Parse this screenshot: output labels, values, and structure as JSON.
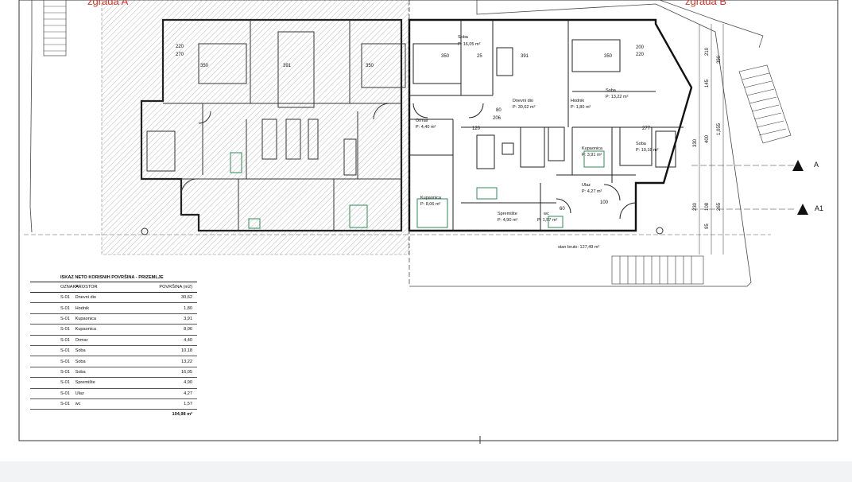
{
  "building_labels": {
    "a": "zgrada A",
    "b": "zgrada B"
  },
  "section_markers": [
    {
      "label": "A"
    },
    {
      "label": "A1"
    }
  ],
  "rooms": {
    "soba_1": {
      "name": "Soba",
      "area": "P: 16,05 m²"
    },
    "dnevni": {
      "name": "Dnevni dio",
      "area": "P: 30,62 m²"
    },
    "hodnik": {
      "name": "Hodnik",
      "area": "P: 1,80 m²"
    },
    "soba_2": {
      "name": "Soba",
      "area": "P: 13,22 m²"
    },
    "omar": {
      "name": "Ormar",
      "area": "P: 4,40 m²"
    },
    "kupaonica_1": {
      "name": "Kupaonica",
      "area": "P: 3,91 m²"
    },
    "soba_3": {
      "name": "Soba",
      "area": "P: 10,18 m²"
    },
    "ulaz": {
      "name": "Ulaz",
      "area": "P: 4,27 m²"
    },
    "kupaonica_2": {
      "name": "Kupaonica",
      "area": "P: 8,06 m²"
    },
    "spremiste": {
      "name": "Spremište",
      "area": "P: 4,90 m²"
    },
    "wc": {
      "name": "wc",
      "area": "P: 1,57 m²"
    },
    "brutto": "stan bruto: 127,49 m²"
  },
  "dimensions": {
    "d220a": "220",
    "d270": "270",
    "d350a": "350",
    "d391a": "391",
    "d350b": "350",
    "d350c": "350",
    "d391b": "391",
    "d350d": "350",
    "d220b": "220",
    "d200": "200",
    "d80": "80",
    "d206": "206",
    "d120": "120",
    "d277": "277",
    "d100": "100",
    "d60": "60",
    "d25": "25",
    "d210": "210",
    "d390": "390",
    "d145": "145",
    "d1055": "1,055",
    "d330": "330",
    "d400": "400",
    "d265": "265",
    "d230": "230",
    "d108": "108",
    "d95": "95"
  },
  "table": {
    "title": "ISKAZ NETO KORISNIH POVRŠINA - PRIZEMLJE",
    "headers": {
      "oznaka": "OZNAKA",
      "prostor": "PROSTOR",
      "povrsina": "POVRŠINA (m2)"
    },
    "rows": [
      {
        "oznaka": "S-01",
        "prostor": "Dnevni dio",
        "povrsina": "30,62"
      },
      {
        "oznaka": "S-01",
        "prostor": "Hodnik",
        "povrsina": "1,80"
      },
      {
        "oznaka": "S-01",
        "prostor": "Kupaonica",
        "povrsina": "3,91"
      },
      {
        "oznaka": "S-01",
        "prostor": "Kupaonica",
        "povrsina": "8,06"
      },
      {
        "oznaka": "S-01",
        "prostor": "Ormar",
        "povrsina": "4,40"
      },
      {
        "oznaka": "S-01",
        "prostor": "Soba",
        "povrsina": "10,18"
      },
      {
        "oznaka": "S-01",
        "prostor": "Soba",
        "povrsina": "13,22"
      },
      {
        "oznaka": "S-01",
        "prostor": "Soba",
        "povrsina": "16,05"
      },
      {
        "oznaka": "S-01",
        "prostor": "Spremište",
        "povrsina": "4,90"
      },
      {
        "oznaka": "S-01",
        "prostor": "Ulaz",
        "povrsina": "4,27"
      },
      {
        "oznaka": "S-01",
        "prostor": "wc",
        "povrsina": "1,57"
      }
    ],
    "total": "104,98 m²"
  },
  "colors": {
    "ink": "#1a1a1a",
    "hatch": "#9a9a9a",
    "red": "#d1362b",
    "green": "#2e8b57"
  }
}
